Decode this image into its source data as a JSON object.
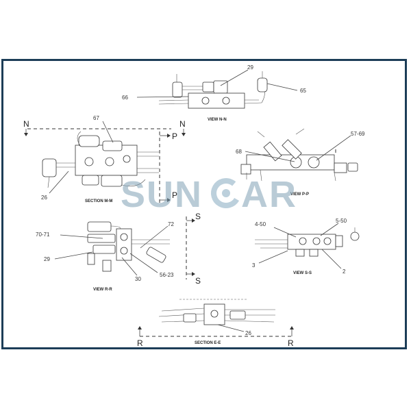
{
  "views": {
    "view_nn": {
      "caption": "VIEW N-N",
      "callouts": [
        "29",
        "66",
        "65"
      ]
    },
    "section_mm": {
      "caption": "SECTION M-M",
      "callouts": [
        "67",
        "26"
      ]
    },
    "view_pp": {
      "caption": "VIEW P-P",
      "callouts": [
        "68",
        "57-69"
      ]
    },
    "view_rr": {
      "caption": "VIEW R-R",
      "callouts": [
        "72",
        "70-71",
        "29",
        "30",
        "56-23"
      ]
    },
    "view_ss": {
      "caption": "VIEW S-S",
      "callouts": [
        "4-50",
        "5-50",
        "3",
        "2"
      ]
    },
    "section_ee": {
      "caption": "SECTION E-E",
      "callouts": [
        "26"
      ]
    }
  },
  "section_markers": {
    "n_left": "N",
    "n_right": "N",
    "p_top": "P",
    "p_bottom": "P",
    "s_top": "S",
    "s_bottom": "S",
    "r_left": "R",
    "r_right": "R"
  },
  "watermark": {
    "left": "SUN",
    "right": "AR"
  },
  "colors": {
    "frame": "#1c3d57",
    "watermark": "#7fa0b4",
    "watermark_accent": "#8fb0c4"
  }
}
